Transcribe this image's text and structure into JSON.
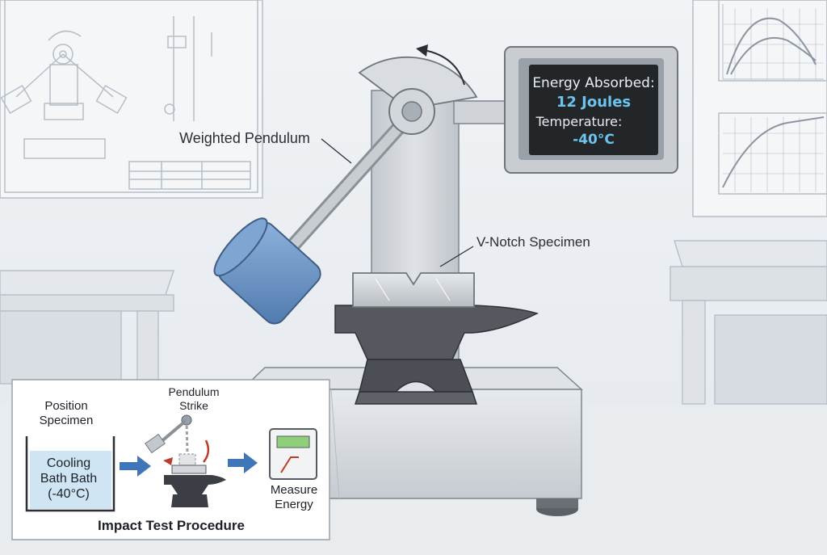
{
  "labels": {
    "pendulum": "Weighted Pendulum",
    "specimen": "V-Notch Specimen"
  },
  "display": {
    "energy_label": "Energy Absorbed:",
    "energy_value": "12 Joules",
    "temp_label": "Temperature:",
    "temp_value": "-40°C"
  },
  "inset": {
    "title": "Impact Test Procedure",
    "step1_line1": "Position",
    "step1_line2": "Specimen",
    "bath_line1": "Cooling",
    "bath_line2": "Bath Bath",
    "bath_line3": "(-40°C)",
    "step2_line1": "Pendulum",
    "step2_line2": "Strike",
    "step3_line1": "Measure",
    "step3_line2": "Energy"
  },
  "colors": {
    "pendulum_blue": "#6d97c9",
    "screen_bg": "#232629",
    "screen_value": "#6cc4ee",
    "anvil": "#55595f",
    "bath_water": "#cfe5f3",
    "arrow_blue": "#3f76b8",
    "strike_red": "#c0392b"
  }
}
